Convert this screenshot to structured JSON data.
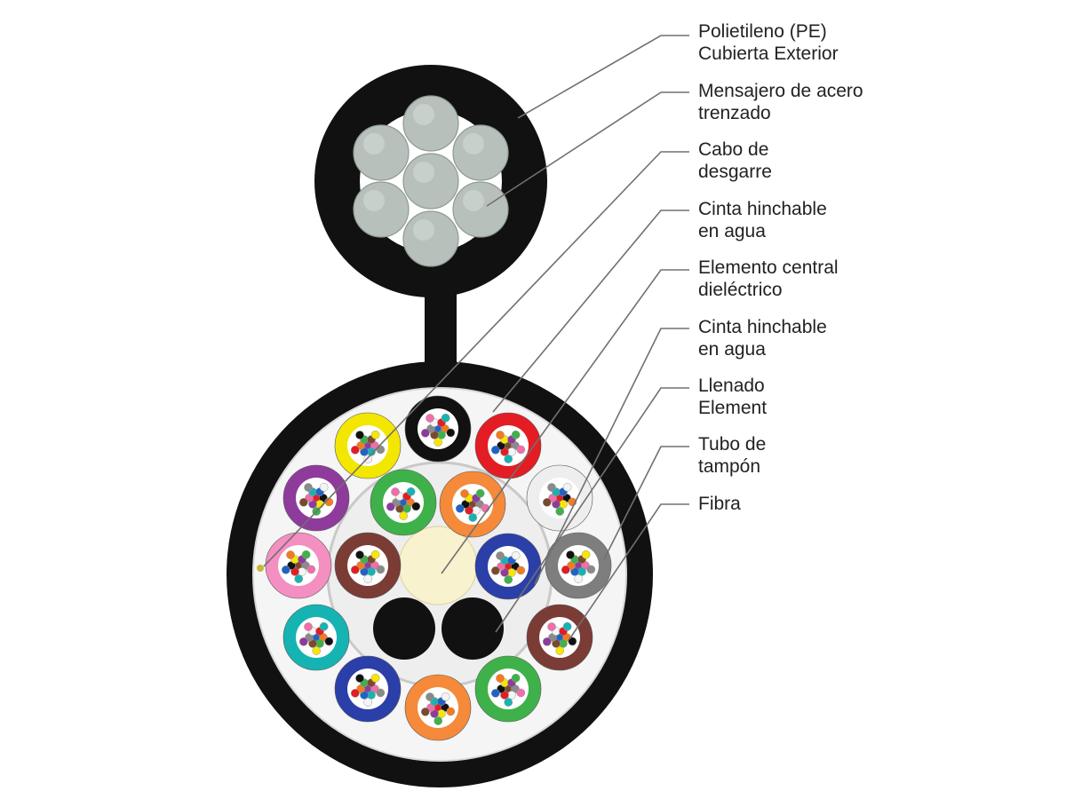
{
  "labels": [
    {
      "line1": "Polietileno (PE)",
      "line2": "Cubierta Exterior"
    },
    {
      "line1": "Mensajero de acero",
      "line2": "trenzado"
    },
    {
      "line1": "Cabo de",
      "line2": "desgarre"
    },
    {
      "line1": "Cinta hinchable",
      "line2": "en agua"
    },
    {
      "line1": "Elemento central",
      "line2": "dieléctrico"
    },
    {
      "line1": "Cinta hinchable",
      "line2": "en agua"
    },
    {
      "line1": "Llenado",
      "line2": "Element"
    },
    {
      "line1": "Tubo de",
      "line2": "tampón"
    },
    {
      "line1": "Fibra",
      "line2": ""
    }
  ],
  "colors": {
    "jacket": "#111111",
    "steel_wire": "#b7c0bb",
    "water_tape": "#f2f2f2",
    "central_member": "#f8f2cf",
    "leader_line": "#707070"
  },
  "fiber_colors": [
    "#1e63c6",
    "#f47a20",
    "#3fb14a",
    "#7a4a2b",
    "#8a8a8a",
    "#f4f4f4",
    "#e31d23",
    "#111111",
    "#f7e600",
    "#8e3b9c",
    "#f06ea9",
    "#16b3b3"
  ],
  "tubes": {
    "inner": [
      "#3fb14a",
      "#f48a3a",
      "#2b3fa8",
      "#7a3c35",
      "#111111",
      "#111111"
    ],
    "outer": [
      "#111111",
      "#e31d23",
      "#eeeeee",
      "#7e7e7e",
      "#7a3c35",
      "#3fb14a",
      "#f48a3a",
      "#2b3fa8",
      "#16b3b3",
      "#f48fc1",
      "#8e3b9c",
      "#f3e600"
    ]
  }
}
